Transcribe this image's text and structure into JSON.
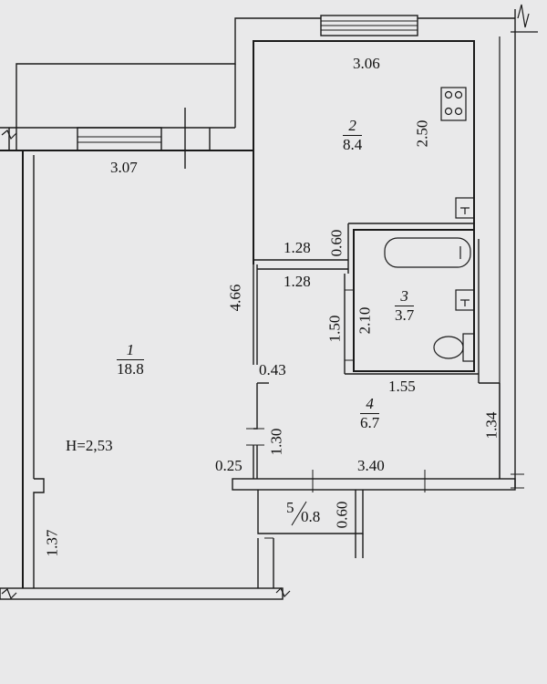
{
  "plan": {
    "rooms": [
      {
        "number": "1",
        "area": "18.8"
      },
      {
        "number": "2",
        "area": "8.4"
      },
      {
        "number": "3",
        "area": "3.7"
      },
      {
        "number": "4",
        "area": "6.7"
      },
      {
        "number": "5",
        "area": "0.8"
      }
    ],
    "ceiling_height": "H=2,53",
    "dimensions": {
      "kitchen_top": "3.06",
      "kitchen_right": "2.50",
      "room1_top": "3.07",
      "room1_right": "4.66",
      "room1_bottom_left": "1.37",
      "corridor_top_upper": "1.28",
      "corridor_top_lower": "1.28",
      "corridor_gap": "0.60",
      "corridor_left": "1.50",
      "bath_left": "2.10",
      "bath_bottom": "1.55",
      "hall_right": "1.34",
      "hall_bottom": "3.40",
      "hall_niche": "0.43",
      "hall_left": "1.30",
      "hall_small": "0.25",
      "room5_side": "0.60"
    }
  }
}
